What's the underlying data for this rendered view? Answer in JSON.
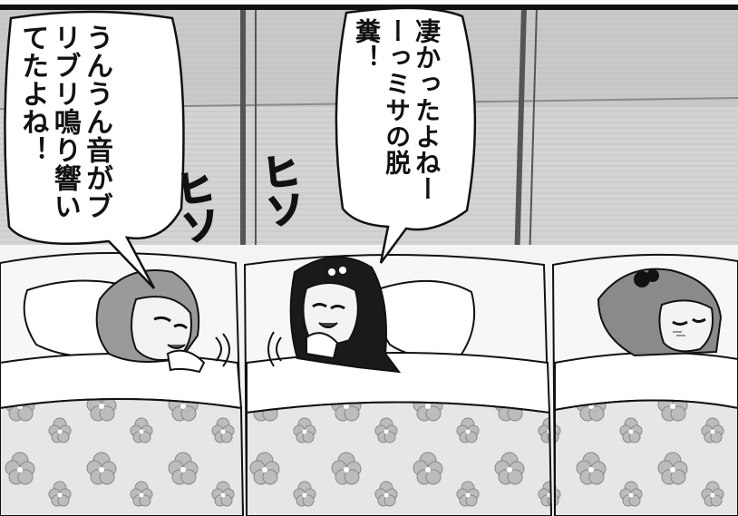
{
  "speech": {
    "left": "うんうん音がブリブリ鳴り響いてたよね！",
    "center": "凄かったよねーーっミサの脱糞！"
  },
  "sfx": [
    "ヒソ",
    "ヒソ"
  ],
  "colors": {
    "ink": "#111111",
    "wall": "#d8d8d8",
    "futon": "#f2f2f2",
    "pattern": "#b8b8b8"
  }
}
